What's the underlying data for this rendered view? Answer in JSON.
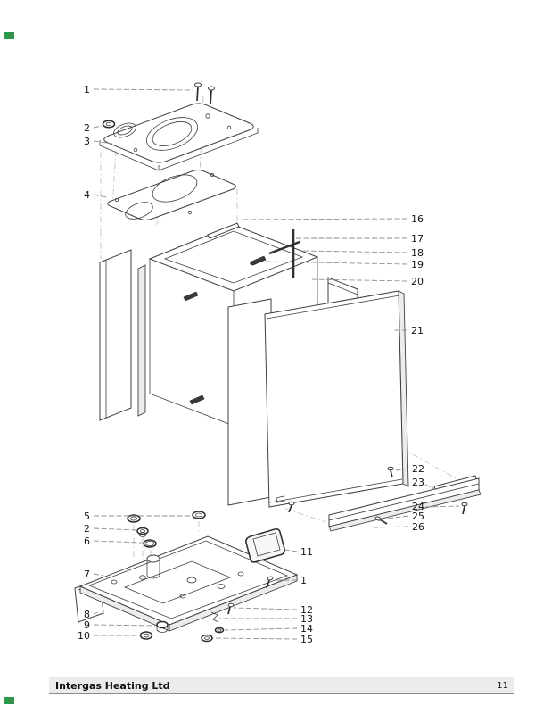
{
  "footer": {
    "company": "Intergas Heating Ltd",
    "page_number": "11"
  },
  "diagram": {
    "callouts": [
      {
        "label": "1"
      },
      {
        "label": "2"
      },
      {
        "label": "3"
      },
      {
        "label": "4"
      },
      {
        "label": "16"
      },
      {
        "label": "17"
      },
      {
        "label": "18"
      },
      {
        "label": "19"
      },
      {
        "label": "20"
      },
      {
        "label": "21"
      },
      {
        "label": "22"
      },
      {
        "label": "23"
      },
      {
        "label": "24"
      },
      {
        "label": "25"
      },
      {
        "label": "26"
      },
      {
        "label": "5"
      },
      {
        "label": "2"
      },
      {
        "label": "6"
      },
      {
        "label": "7"
      },
      {
        "label": "8"
      },
      {
        "label": "9"
      },
      {
        "label": "10"
      },
      {
        "label": "11"
      },
      {
        "label": "1"
      },
      {
        "label": "12"
      },
      {
        "label": "13"
      },
      {
        "label": "14"
      },
      {
        "label": "15"
      }
    ]
  },
  "colors": {
    "line": "#3f3f3f",
    "leader": "#8f8f8f",
    "registration_mark": "#2e9748",
    "footer_band": "#ebebeb"
  }
}
